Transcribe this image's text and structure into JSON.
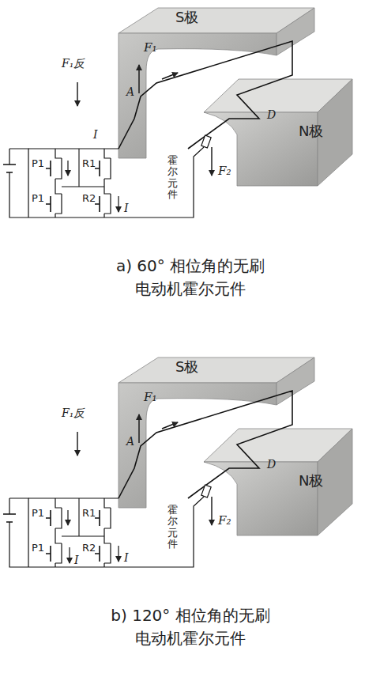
{
  "diagram": {
    "labels": [
      "S极",
      "F₁",
      "A",
      "F₁反",
      "N极",
      "D",
      "霍尔 元件",
      "F₂",
      "I",
      "P1",
      "P1",
      "R1",
      "R2",
      "I",
      "a) 60° 相位角的无刷 电动机霍尔元件",
      "S极",
      "F₁",
      "A",
      "F₁反",
      "N极",
      "D",
      "霍尔 元件",
      "F₂",
      "P1",
      "P1",
      "R1",
      "R2",
      "I",
      "I",
      "b) 120° 相位角的无刷 电动机霍尔元件"
    ]
  }
}
